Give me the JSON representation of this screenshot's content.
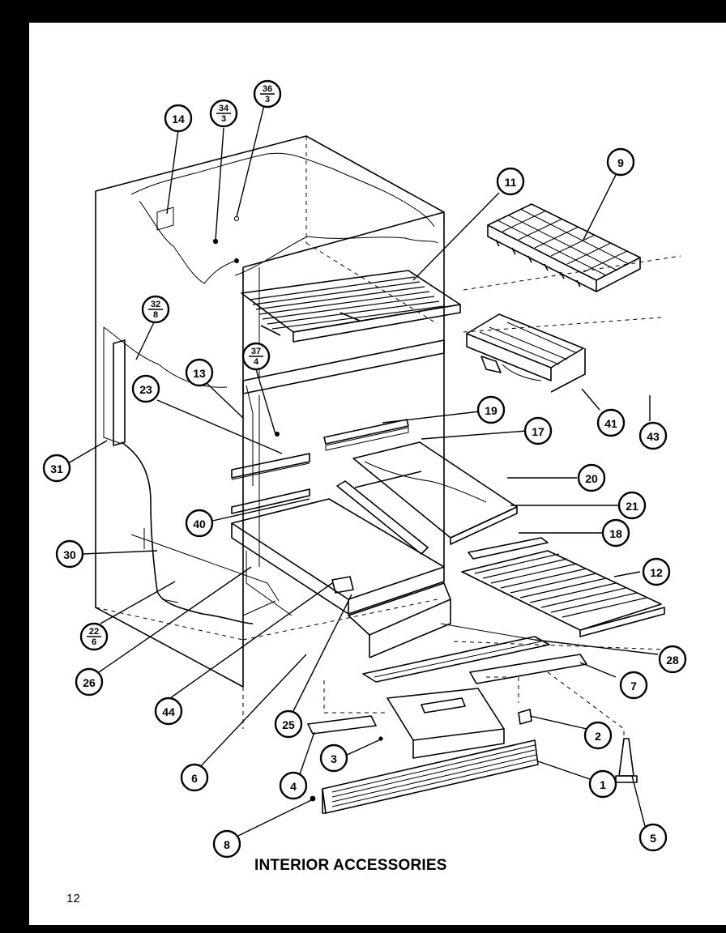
{
  "diagram": {
    "title": "INTERIOR ACCESSORIES",
    "page_number": "12",
    "callouts": [
      {
        "id": "c14",
        "label": "14"
      },
      {
        "id": "c34",
        "top": "34",
        "bottom": "3"
      },
      {
        "id": "c36",
        "top": "36",
        "bottom": "3"
      },
      {
        "id": "c11",
        "label": "11"
      },
      {
        "id": "c9",
        "label": "9"
      },
      {
        "id": "c32",
        "top": "32",
        "bottom": "8"
      },
      {
        "id": "c37",
        "top": "37",
        "bottom": "4"
      },
      {
        "id": "c13",
        "label": "13"
      },
      {
        "id": "c23",
        "label": "23"
      },
      {
        "id": "c19",
        "label": "19"
      },
      {
        "id": "c17",
        "label": "17"
      },
      {
        "id": "c41",
        "label": "41"
      },
      {
        "id": "c43",
        "label": "43"
      },
      {
        "id": "c31",
        "label": "31"
      },
      {
        "id": "c20",
        "label": "20"
      },
      {
        "id": "c21",
        "label": "21"
      },
      {
        "id": "c40",
        "label": "40"
      },
      {
        "id": "c18",
        "label": "18"
      },
      {
        "id": "c30",
        "label": "30"
      },
      {
        "id": "c12",
        "label": "12"
      },
      {
        "id": "c22",
        "top": "22",
        "bottom": "6"
      },
      {
        "id": "c28",
        "label": "28"
      },
      {
        "id": "c26",
        "label": "26"
      },
      {
        "id": "c7",
        "label": "7"
      },
      {
        "id": "c44",
        "label": "44"
      },
      {
        "id": "c25",
        "label": "25"
      },
      {
        "id": "c2",
        "label": "2"
      },
      {
        "id": "c3",
        "label": "3"
      },
      {
        "id": "c6",
        "label": "6"
      },
      {
        "id": "c4",
        "label": "4"
      },
      {
        "id": "c1",
        "label": "1"
      },
      {
        "id": "c8",
        "label": "8"
      },
      {
        "id": "c5",
        "label": "5"
      }
    ]
  }
}
